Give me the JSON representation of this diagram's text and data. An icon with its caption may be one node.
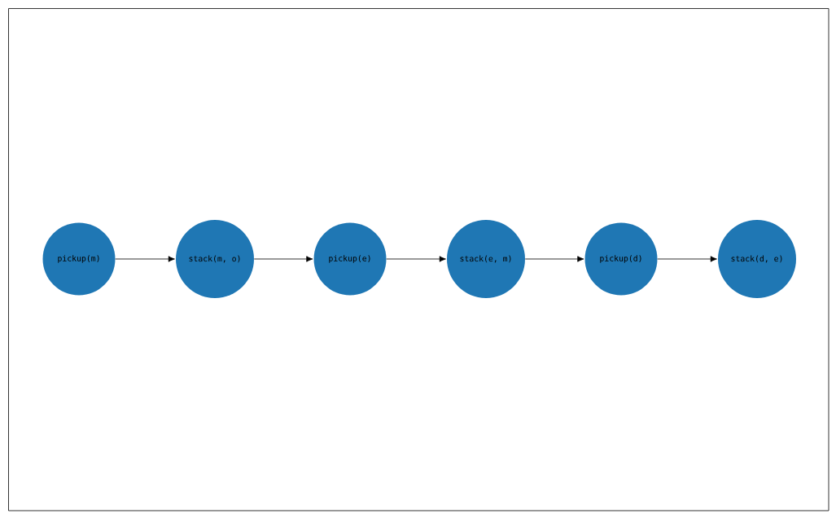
{
  "diagram": {
    "nodes": [
      {
        "text": [
          "pickup(m)"
        ]
      },
      {
        "text": [
          "stack(m, o)"
        ]
      },
      {
        "text": [
          "pickup(e)"
        ]
      },
      {
        "text": [
          "stack(e, m)"
        ]
      },
      {
        "text": [
          "pickup(d)"
        ]
      },
      {
        "text": [
          "stack(d, e)"
        ]
      }
    ],
    "edges": [
      {
        "from": 0,
        "to": 1,
        "arrow": "to"
      },
      {
        "from": 1,
        "to": 2,
        "arrow": "to"
      },
      {
        "from": 2,
        "to": 3,
        "arrow": "to"
      },
      {
        "from": 3,
        "to": 4,
        "arrow": "to"
      },
      {
        "from": 4,
        "to": 5,
        "arrow": "to"
      }
    ]
  }
}
